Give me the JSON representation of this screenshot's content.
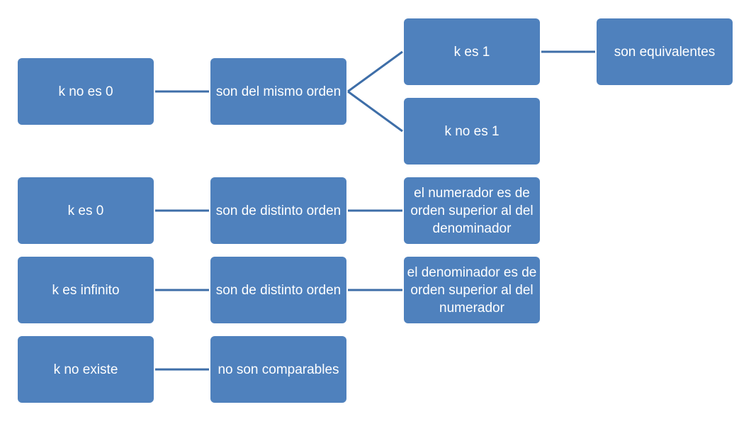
{
  "rows": [
    {
      "condition": "k no es 0",
      "relation": "son del mismo orden",
      "branches": [
        "k es 1",
        "k no es 1"
      ],
      "result": "son equivalentes"
    },
    {
      "condition": "k es 0",
      "relation": "son de distinto orden",
      "detail": "el numerador es de orden superior al del denominador"
    },
    {
      "condition": "k es infinito",
      "relation": "son de distinto orden",
      "detail": "el denominador es de orden superior al del numerador"
    },
    {
      "condition": "k no existe",
      "relation": "no son comparables"
    }
  ],
  "colors": {
    "box_fill": "#4f81bd",
    "connector": "#3e6ea8",
    "text": "#ffffff"
  }
}
